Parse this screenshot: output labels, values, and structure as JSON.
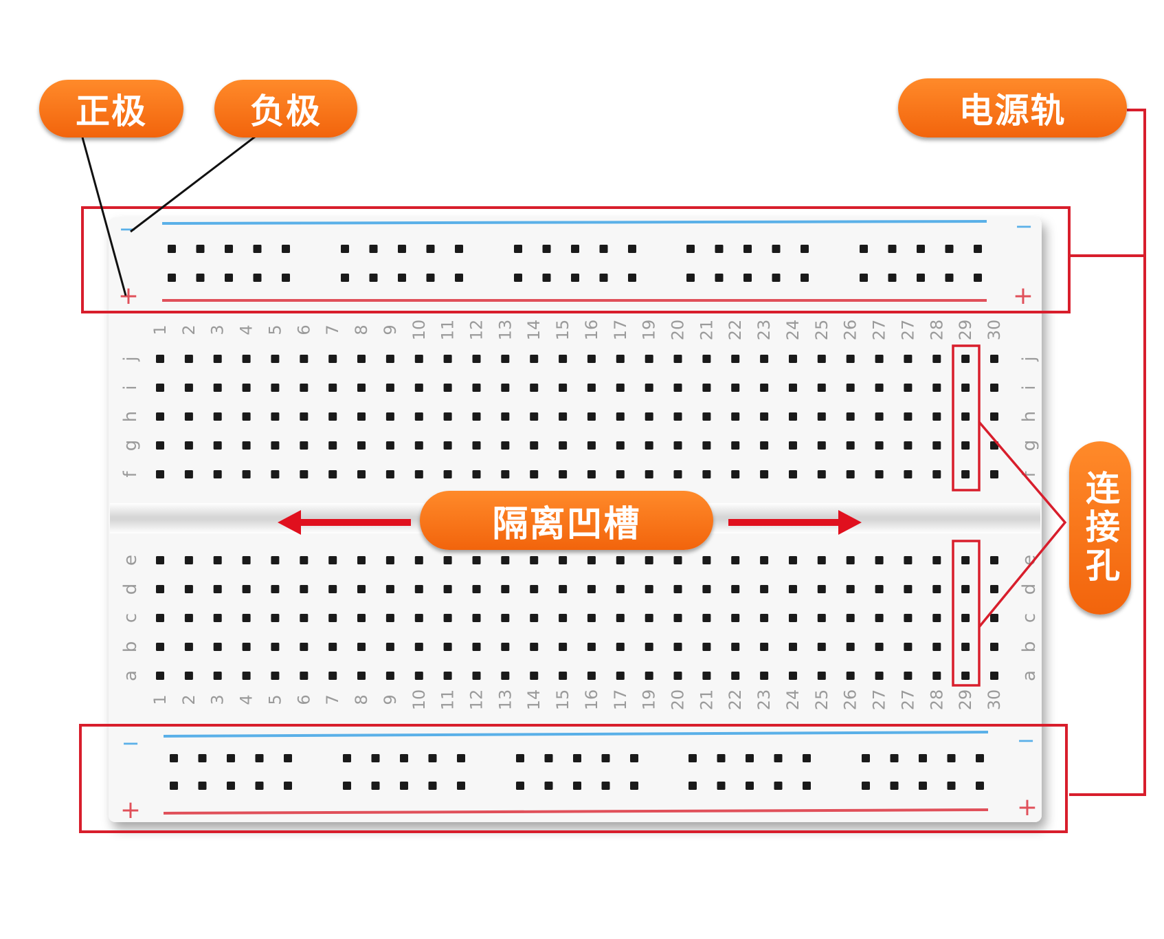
{
  "labels": {
    "positive": "正极",
    "negative": "负极",
    "power_rail": "电源轨",
    "groove": "隔离凹槽",
    "connect_holes": "连接孔"
  },
  "rail_marks": {
    "minus": "−",
    "plus": "+"
  },
  "top_numbers": [
    "1",
    "2",
    "3",
    "4",
    "5",
    "6",
    "7",
    "8",
    "9",
    "10",
    "11",
    "12",
    "13",
    "14",
    "15",
    "16",
    "17",
    "19",
    "20",
    "21",
    "22",
    "23",
    "24",
    "25",
    "26",
    "27",
    "27",
    "28",
    "29",
    "30"
  ],
  "bottom_numbers": [
    "1",
    "2",
    "3",
    "4",
    "5",
    "6",
    "7",
    "8",
    "9",
    "10",
    "11",
    "12",
    "13",
    "14",
    "15",
    "16",
    "17",
    "19",
    "20",
    "21",
    "22",
    "23",
    "24",
    "25",
    "26",
    "27",
    "27",
    "28",
    "29",
    "30"
  ],
  "top_row_letters": [
    "j",
    "i",
    "h",
    "g",
    "f"
  ],
  "bottom_row_letters": [
    "e",
    "d",
    "c",
    "b",
    "a"
  ],
  "colors": {
    "accent_orange": "#f26a12",
    "highlight_red": "#d81e2c",
    "rail_blue": "#5ab0e8",
    "rail_red": "#e0505a",
    "hole": "#1a1a1a"
  }
}
